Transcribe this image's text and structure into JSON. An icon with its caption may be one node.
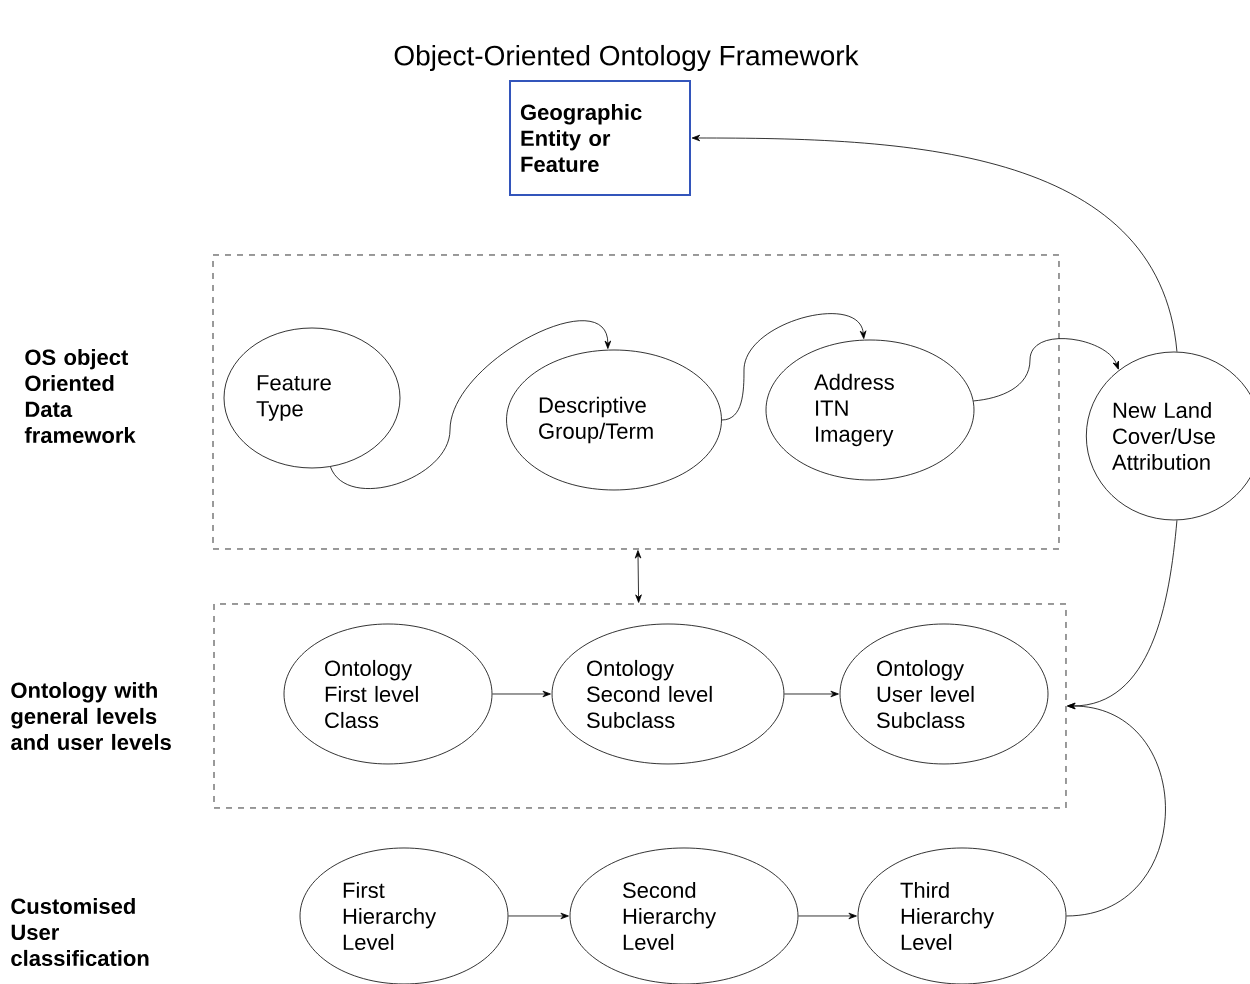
{
  "diagram": {
    "title": "Object-Oriented Ontology Framework",
    "nodes": [
      {
        "text": [
          "Geographic Entity or Feature"
        ]
      },
      {
        "text": [],
        "shape": "box"
      },
      {
        "text": [
          "Feature Type"
        ],
        "in": 1
      },
      {
        "text": [
          "Descriptive Group/Term"
        ],
        "in": 1
      },
      {
        "text": [
          "Address ITN Imagery"
        ],
        "in": 1
      },
      {
        "text": [
          "New Land Cover/Use Attribution"
        ]
      },
      {
        "text": [],
        "shape": "box"
      },
      {
        "text": [
          "Ontology First level Class"
        ],
        "in": 6
      },
      {
        "text": [
          "Ontology Second level Subclass"
        ],
        "in": 6
      },
      {
        "text": [
          "Ontology User level Subclass"
        ],
        "in": 6
      },
      {
        "text": [
          "First Hierarchy Level"
        ]
      },
      {
        "text": [
          "Second Hierarchy Level"
        ]
      },
      {
        "text": [
          "Third Hierarchy Level"
        ]
      }
    ],
    "edges": [
      {
        "from": 2,
        "to": 3,
        "arrow": "to"
      },
      {
        "from": 3,
        "to": 4,
        "arrow": "to"
      },
      {
        "from": 4,
        "to": 5,
        "arrow": "to"
      },
      {
        "from": 5,
        "to": 0,
        "arrow": "to"
      },
      {
        "from": 1,
        "to": 6,
        "arrow": "both"
      },
      {
        "from": 7,
        "to": 8,
        "arrow": "to"
      },
      {
        "from": 8,
        "to": 9,
        "arrow": "to"
      },
      {
        "from": 5,
        "to": 6,
        "arrow": "to"
      },
      {
        "from": 10,
        "to": 11,
        "arrow": "to"
      },
      {
        "from": 11,
        "to": 12,
        "arrow": "to"
      },
      {
        "from": 12,
        "to": 6,
        "arrow": "to"
      }
    ],
    "labels": [
      "OS object Oriented Data framework",
      "Ontology with general levels and user levels",
      "Customised User classification"
    ]
  }
}
